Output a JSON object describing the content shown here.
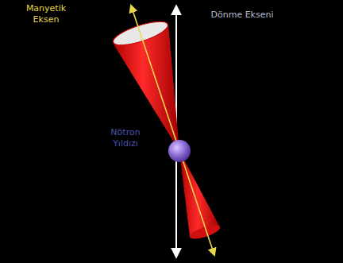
{
  "diagram": {
    "labels": [
      "Manyetik Eksen",
      "Dönme Ekseni",
      "Nötron Yıldızı"
    ]
  }
}
